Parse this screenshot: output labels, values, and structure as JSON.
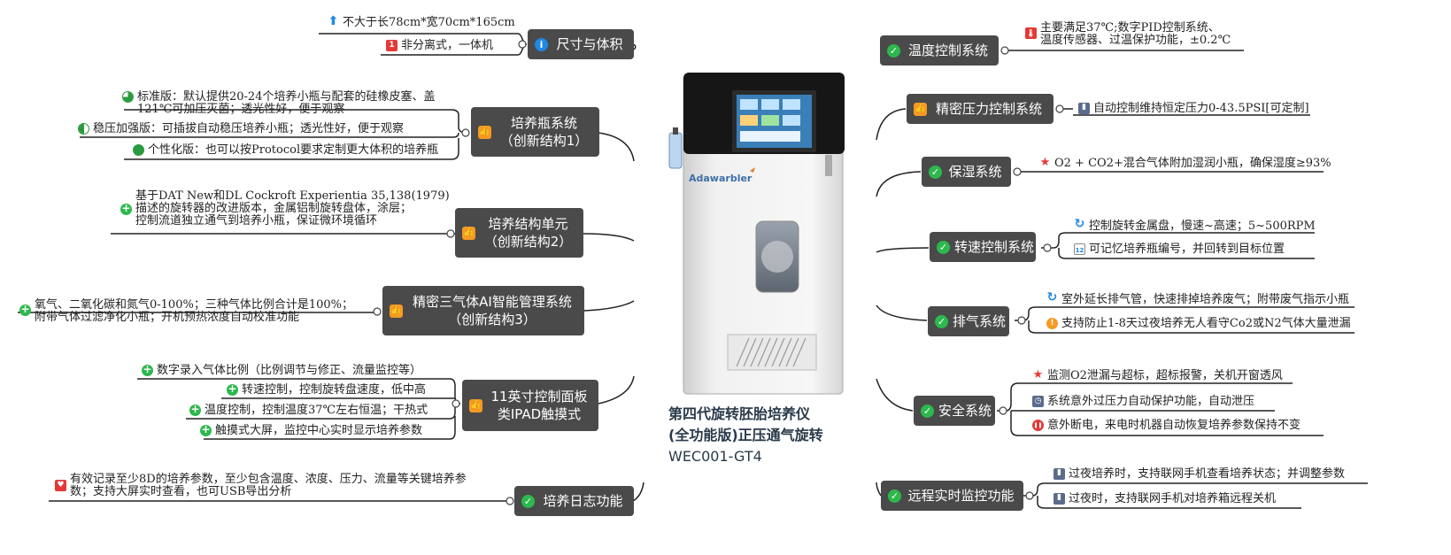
{
  "center": {
    "title_line1": "第四代旋转胚胎培养仪",
    "title_line2": "(全功能版)正压通气旋转",
    "title_line3": "WEC001-GT4",
    "brand": "Adawarbler"
  },
  "left": {
    "size": {
      "label": "尺寸与体积",
      "icon": "info-icon",
      "items": [
        "不大于长78cm*宽70cm*165cm",
        "非分离式，一体机"
      ]
    },
    "bottle": {
      "label_line1": "培养瓶系统",
      "label_line2": "（创新结构1）",
      "icon": "thumbs-up-icon",
      "items": [
        "标准版：默认提供20-24个培养小瓶与配套的硅橡皮塞、盖121℃可加压灭菌；透光性好，便于观察",
        "稳压加强版：可插拔自动稳压培养小瓶；透光性好，便于观察",
        "个性化版：也可以按Protocol要求定制更大体积的培养瓶"
      ]
    },
    "structure": {
      "label_line1": "培养结构单元",
      "label_line2": "（创新结构2）",
      "icon": "thumbs-up-icon",
      "text_line1": "基于DAT New和DL Cockroft Experientia 35,138(1979)",
      "text_line2": "描述的旋转器的改进版本，金属铝制旋转盘体，涂层；",
      "text_line3": "控制流道独立通气到培养小瓶，保证微环境循环"
    },
    "gas": {
      "label_line1": "精密三气体AI智能管理系统",
      "label_line2": "（创新结构3）",
      "icon": "thumbs-up-icon",
      "text_line1": "氧气、二氧化碳和氮气0-100%；三种气体比例合计是100%；",
      "text_line2": "附带气体过滤净化小瓶；开机预热浓度自动校准功能"
    },
    "panel": {
      "label_line1": "11英寸控制面板",
      "label_line2": "类IPAD触摸式",
      "icon": "thumbs-up-icon",
      "items": [
        "数字录入气体比例（比例调节与修正、流量监控等）",
        "转速控制，控制旋转盘速度，低中高",
        "温度控制，控制温度37℃左右恒温；干热式",
        "触摸式大屏，监控中心实时显示培养参数"
      ]
    },
    "log": {
      "label": "培养日志功能",
      "icon": "check-icon",
      "text_line1": "有效记录至少8D的培养参数，至少包含温度、浓度、压力、流量等关键培养参",
      "text_line2": "数；支持大屏实时查看，也可USB导出分析"
    }
  },
  "right": {
    "temp": {
      "label": "温度控制系统",
      "text_line1": "主要满足37℃;数字PID控制系统、",
      "text_line2": "温度传感器、过温保护功能，±0.2℃"
    },
    "pressure": {
      "label": "精密压力控制系统",
      "icon": "thumbs-up-icon",
      "item": "自动控制维持恒定压力0-43.5PSI[可定制]"
    },
    "humidity": {
      "label": "保湿系统",
      "item": "O2 + CO2+混合气体附加湿润小瓶，确保湿度≥93%"
    },
    "speed": {
      "label": "转速控制系统",
      "items": [
        "控制旋转金属盘，慢速~高速；5~500RPM",
        "可记忆培养瓶编号，并回转到目标位置"
      ]
    },
    "exhaust": {
      "label": "排气系统",
      "items": [
        "室外延长排气管，快速排掉培养废气；附带废气指示小瓶",
        "支持防止1-8天过夜培养无人看守Co2或N2气体大量泄漏"
      ]
    },
    "safety": {
      "label": "安全系统",
      "items": [
        "监测O2泄漏与超标，超标报警，关机开窗透风",
        "系统意外过压力自动保护功能，自动泄压",
        "意外断电，来电时机器自动恢复培养参数保持不变"
      ]
    },
    "remote": {
      "label": "远程实时监控功能",
      "items": [
        "过夜培养时，支持联网手机查看培养状态；并调整参数",
        "过夜时，支持联网手机对培养箱远程关机"
      ]
    }
  },
  "colors": {
    "node_bg": "#4a4a4a",
    "check": "#2db84d",
    "accent_orange": "#f59a23",
    "info_blue": "#1e88e5",
    "warning_red": "#e53935"
  }
}
